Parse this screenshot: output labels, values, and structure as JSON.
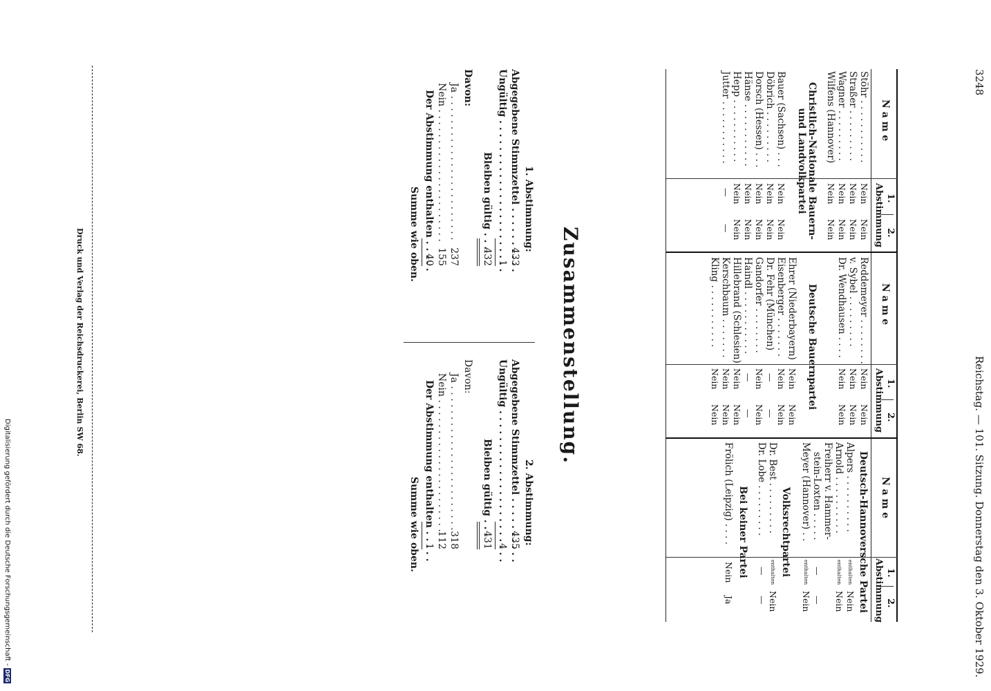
{
  "header": {
    "page_number": "3248",
    "running_title": "Reichstag. — 101. Sitzung. Donnerstag den 3. Oktober 1929."
  },
  "table_headings": {
    "name": "N a m e",
    "vote1": "1.",
    "vote2": "2.",
    "abstimmung": "Abstimmung"
  },
  "columns": [
    {
      "groups": [
        {
          "title": "",
          "rows": [
            {
              "name": "Stöhr . . . . . . . . . . .",
              "v1": "Nein",
              "v2": "Nein"
            },
            {
              "name": "Straßer . . . . . . . . .",
              "v1": "Nein",
              "v2": "Nein"
            },
            {
              "name": "Wagner . . . . . . . . .",
              "v1": "Nein",
              "v2": "Nein"
            },
            {
              "name": "Wilfens (Hannover)",
              "v1": "Nein",
              "v2": "Nein"
            }
          ]
        },
        {
          "title": "Christlich-Nationale Bauern- und Landvolkpartei",
          "rows": [
            {
              "name": "Bauer (Sachsen) . . .",
              "v1": "Nein",
              "v2": "Nein"
            },
            {
              "name": "Döbrich . . . . . . . . .",
              "v1": "Nein",
              "v2": "Nein"
            },
            {
              "name": "Dorsch (Hessen) . . .",
              "v1": "Nein",
              "v2": "Nein"
            },
            {
              "name": "Hänse . . . . . . . . . . .",
              "v1": "Nein",
              "v2": "Nein"
            },
            {
              "name": "Hepp . . . . . . . . . . .",
              "v1": "Nein",
              "v2": "Nein"
            },
            {
              "name": "Jutter . . . . . . . . . . .",
              "v1": "—",
              "v2": "—"
            }
          ]
        }
      ]
    },
    {
      "groups": [
        {
          "title": "",
          "rows": [
            {
              "name": "Reddemeyer . . . . . . . .",
              "v1": "Nein",
              "v2": "Nein"
            },
            {
              "name": "v. Sybel . . . . . . . . .",
              "v1": "Nein",
              "v2": "Nein"
            },
            {
              "name": "Dr. Wendhausen . . . .",
              "v1": "Nein",
              "v2": "Nein"
            }
          ]
        },
        {
          "title": "Deutsche Bauernpartei",
          "rows": [
            {
              "name": "Ehrer (Niederbayern)",
              "v1": "Nein",
              "v2": "Nein"
            },
            {
              "name": "Eisenberger . . . . . . .",
              "v1": "Nein",
              "v2": "Nein"
            },
            {
              "name": "Dr. Fehr (München)",
              "v1": "—",
              "v2": "—"
            },
            {
              "name": "Gandorfer . . . . . . . .",
              "v1": "Nein",
              "v2": "Nein"
            },
            {
              "name": "Haindl . . . . . . . . . . .",
              "v1": "—",
              "v2": "—"
            },
            {
              "name": "Hillebrand (Schlesien)",
              "v1": "Nein",
              "v2": "Nein"
            },
            {
              "name": "Kerschbaum . . . . . . .",
              "v1": "Nein",
              "v2": "Nein"
            },
            {
              "name": "Kling . . . . . . . . . . .",
              "v1": "Nein",
              "v2": "Nein"
            }
          ]
        }
      ]
    },
    {
      "groups": [
        {
          "title": "Deutsch-Hannoversche Partei",
          "rows": [
            {
              "name": "Alpers . . . . . . . . . .",
              "v1": "enthalten",
              "v2": "Nein"
            },
            {
              "name": "Arnold . . . . . . . . . .",
              "v1": "enthalten",
              "v2": "Nein"
            },
            {
              "name": "Freiherr v. Hammer-",
              "v1": "",
              "v2": ""
            },
            {
              "name": "stein-Loxten . . . . .",
              "v1": "—",
              "v2": "—"
            },
            {
              "name": "Meyer (Hannover) . .",
              "v1": "enthalten",
              "v2": "Nein"
            }
          ]
        },
        {
          "title": "Volksrechtpartei",
          "rows": [
            {
              "name": "Dr. Best . . . . . . . . .",
              "v1": "enthalten",
              "v2": "Nein"
            },
            {
              "name": "Dr. Lobe . . . . . . . . .",
              "v1": "—",
              "v2": "—"
            }
          ]
        },
        {
          "title": "Bei keiner Partei",
          "rows": [
            {
              "name": "Frölich (Leipzig) . . . .",
              "v1": "Nein",
              "v2": "Ja"
            }
          ]
        }
      ]
    }
  ],
  "summary": {
    "title": "Zusammenstellung.",
    "blocks": [
      {
        "heading": "1. Abstimmung:",
        "abgegeben_label": "Abgegebene Stimmzettel . . . . . . . . . .",
        "abgegeben": "433",
        "ungueltig_label": "Ungültig . . . . . . . . . . . . . . . . . . . . . . .",
        "ungueltig": "1",
        "gueltig_label": "Bleiben gültig . . .",
        "gueltig": "432",
        "davon_label": "Davon:",
        "ja_label": "Ja . . . . . . . . . . . . . . . . . . . . . . . .",
        "ja": "237",
        "nein_label": "Nein . . . . . . . . . . . . . . . . . . . . . .",
        "nein": "155",
        "enthalten_label": "Der Abstimmung enthalten . . . . .",
        "enthalten": "40",
        "summe_label": "Summe wie oben."
      },
      {
        "heading": "2. Abstimmung:",
        "abgegeben_label": "Abgegebene Stimmzettel . . . . . . . . . .",
        "abgegeben": "435",
        "ungueltig_label": "Ungültig . . . . . . . . . . . . . . . . . . . . . . .",
        "ungueltig": "4",
        "gueltig_label": "Bleiben gültig . . .",
        "gueltig": "431",
        "davon_label": "Davon:",
        "ja_label": "Ja . . . . . . . . . . . . . . . . . . . . . . . .",
        "ja": "318",
        "nein_label": "Nein . . . . . . . . . . . . . . . . . . . . . .",
        "nein": "112",
        "enthalten_label": "Der Abstimmung enthalten . . . . .",
        "enthalten": "1",
        "summe_label": "Summe wie oben."
      }
    ]
  },
  "footer": "Druck und Verlag der Reichsdruckerei, Berlin SW 68.",
  "digitization_note": "Digitalisierung gefördert durch die Deutsche Forschungsgemeinschaft -",
  "dfg_badge": "DFG"
}
